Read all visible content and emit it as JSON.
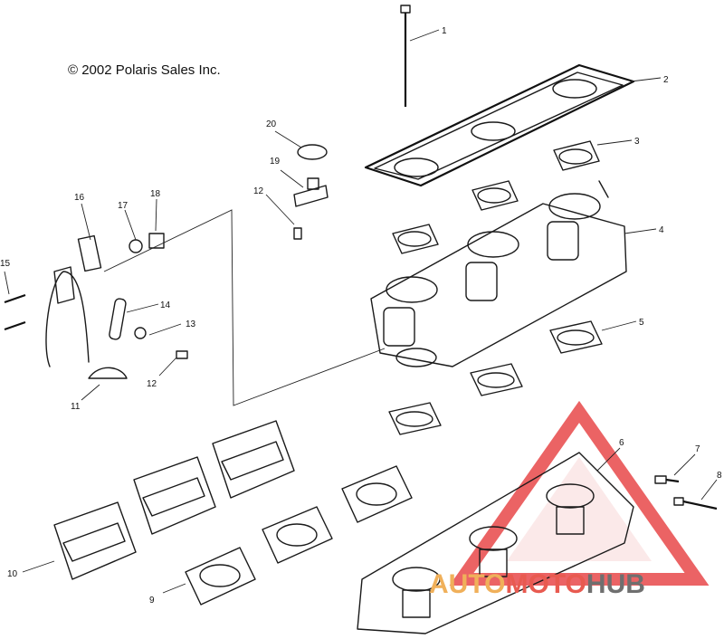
{
  "copyright": "© 2002 Polaris Sales Inc.",
  "callouts": [
    {
      "id": "c1",
      "label": "1"
    },
    {
      "id": "c2",
      "label": "2"
    },
    {
      "id": "c3",
      "label": "3"
    },
    {
      "id": "c4",
      "label": "4"
    },
    {
      "id": "c5",
      "label": "5"
    },
    {
      "id": "c6",
      "label": "6"
    },
    {
      "id": "c7",
      "label": "7"
    },
    {
      "id": "c8",
      "label": "8"
    },
    {
      "id": "c9",
      "label": "9"
    },
    {
      "id": "c10",
      "label": "10"
    },
    {
      "id": "c11",
      "label": "11"
    },
    {
      "id": "c12a",
      "label": "12"
    },
    {
      "id": "c12b",
      "label": "12"
    },
    {
      "id": "c13",
      "label": "13"
    },
    {
      "id": "c14",
      "label": "14"
    },
    {
      "id": "c15",
      "label": "15"
    },
    {
      "id": "c16",
      "label": "16"
    },
    {
      "id": "c17",
      "label": "17"
    },
    {
      "id": "c18",
      "label": "18"
    },
    {
      "id": "c19",
      "label": "19"
    },
    {
      "id": "c20",
      "label": "20"
    }
  ],
  "watermark": {
    "part1": "AUTO",
    "part2": "MOTO",
    "part3": "HUB",
    "colors": {
      "triangle": "#e8484a",
      "auto": "#f0b05a",
      "moto": "#e85a50",
      "hub": "#6f6f6f"
    }
  }
}
